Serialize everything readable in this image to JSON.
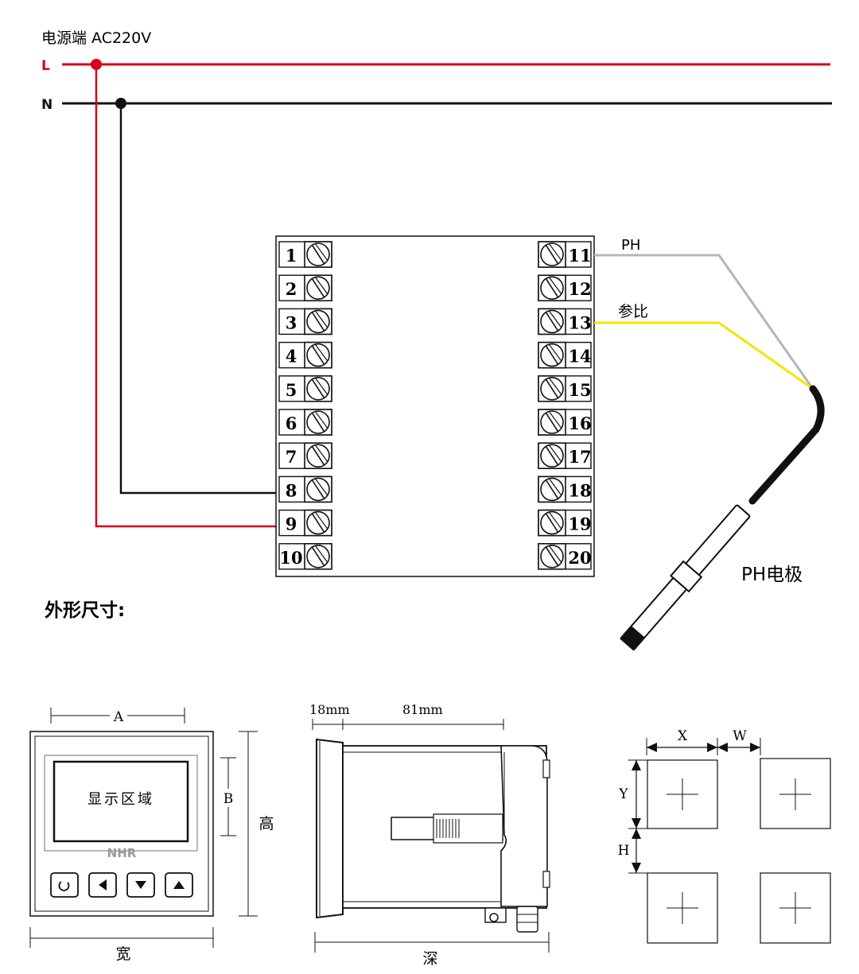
{
  "power": {
    "title": "电源端  AC220V",
    "L": "L",
    "N": "N"
  },
  "terminals": {
    "left": [
      "1",
      "2",
      "3",
      "4",
      "5",
      "6",
      "7",
      "8",
      "9",
      "10"
    ],
    "right": [
      "11",
      "12",
      "13",
      "14",
      "15",
      "16",
      "17",
      "18",
      "19",
      "20"
    ]
  },
  "wires": {
    "ph_label": "PH",
    "ref_label": "参比",
    "electrode_label": "PH电极"
  },
  "dimensions": {
    "section_title": "外形尺寸:",
    "front": {
      "a_label": "A",
      "b_label": "B",
      "height_label": "高",
      "width_label": "宽",
      "display_label": "显示区域",
      "logo": "NHR"
    },
    "side": {
      "dim1": "18mm",
      "dim2": "81mm",
      "depth_label": "深"
    },
    "cutout": {
      "x_label": "X",
      "w_label": "W",
      "y_label": "Y",
      "h_label": "H"
    }
  },
  "colors": {
    "live": "#d6001c",
    "neutral": "#111111",
    "ph_wire": "#b5b5b5",
    "ref_wire": "#f2e600"
  }
}
